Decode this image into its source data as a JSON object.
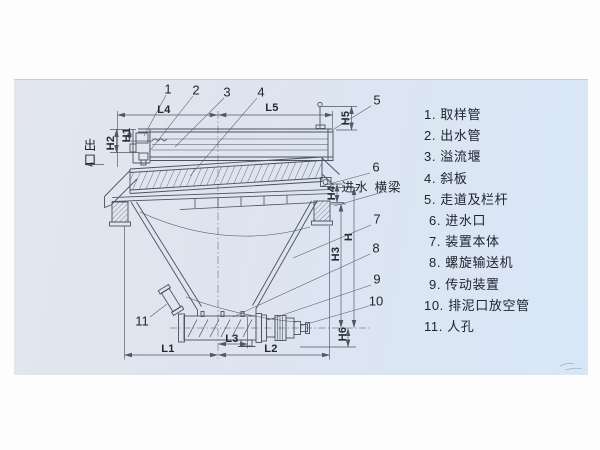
{
  "colors": {
    "panel_left": "#e3e6ee",
    "panel_right": "#d8e7f7",
    "ink": "#4a5160",
    "text": "#23262e"
  },
  "annotations": {
    "outlet": "出口",
    "inlet": "进水",
    "crossbeam": "横梁"
  },
  "dim_labels": {
    "L1": "L1",
    "L2": "L2",
    "L3": "L3",
    "L4": "L4",
    "L5": "L5",
    "H": "H",
    "H1": "H1",
    "H2": "H2",
    "H3": "H3",
    "H4": "H4",
    "H5": "H5",
    "H6": "H6"
  },
  "callouts": {
    "n1": "1",
    "n2": "2",
    "n3": "3",
    "n4": "4",
    "n5": "5",
    "n6": "6",
    "n7": "7",
    "n8": "8",
    "n9": "9",
    "n10": "10",
    "n11": "11"
  },
  "legend": {
    "items": [
      "1. 取样管",
      "2. 出水管",
      "3. 溢流堰",
      "4. 斜板",
      "5. 走道及栏杆",
      "6. 进水口",
      "7. 装置本体",
      "8. 螺旋输送机",
      "9. 传动装置",
      "10. 排泥口放空管",
      "11. 人孔"
    ]
  }
}
